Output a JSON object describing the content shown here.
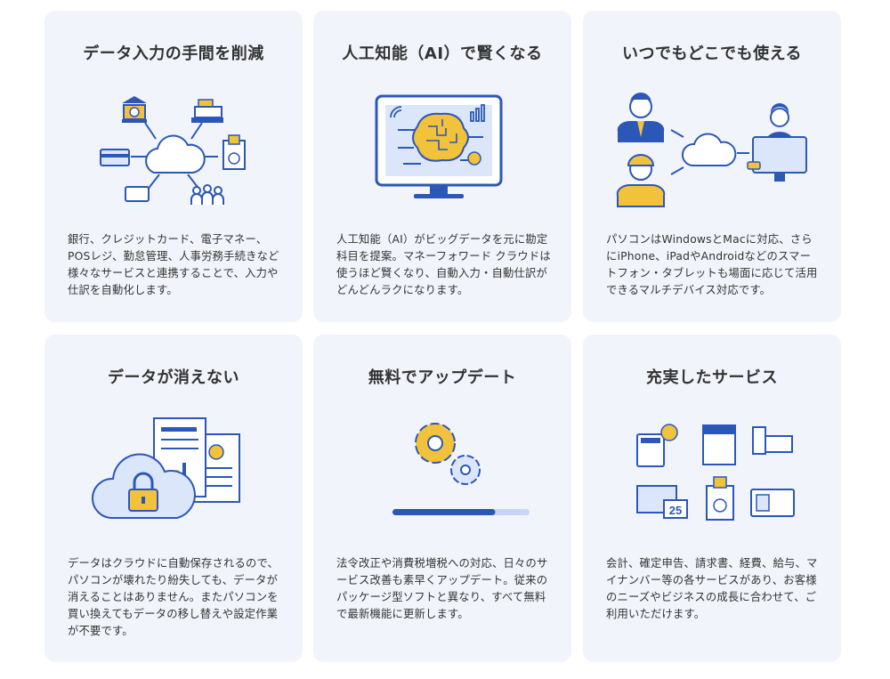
{
  "colors": {
    "card_bg": "#f2f4fb",
    "primary_blue": "#2b57b8",
    "light_blue": "#dbe6fb",
    "accent_yellow": "#f3c23b"
  },
  "features": [
    {
      "title": "データ入力の手間を削減",
      "illustration": "cloud-integration-icon",
      "description": "銀行、クレジットカード、電子マネー、POSレジ、勤怠管理、人事労務手続きなど様々なサービスと連携することで、入力や仕訳を自動化します。"
    },
    {
      "title": "人工知能（AI）で賢くなる",
      "illustration": "ai-brain-monitor-icon",
      "description": "人工知能（AI）がビッグデータを元に勘定科目を提案。マネーフォワード クラウドは使うほど賢くなり、自動入力・自動仕訳がどんどんラクになります。"
    },
    {
      "title": "いつでもどこでも使える",
      "illustration": "multi-device-icon",
      "description": "パソコンはWindowsとMacに対応、さらにiPhone、iPadやAndroidなどのスマートフォン・タブレットも場面に応じて活用できるマルチデバイス対応です。"
    },
    {
      "title": "データが消えない",
      "illustration": "cloud-lock-icon",
      "description": "データはクラウドに自動保存されるので、パソコンが壊れたり紛失しても、データが消えることはありません。またパソコンを買い換えてもデータの移し替えや設定作業が不要です。"
    },
    {
      "title": "無料でアップデート",
      "illustration": "gears-update-icon",
      "description": "法令改正や消費税増税への対応、日々のサービス改善も素早くアップデート。従来のパッケージ型ソフトと異なり、すべて無料で最新機能に更新します。",
      "progress": 0.75
    },
    {
      "title": "充実したサービス",
      "illustration": "services-grid-icon",
      "description": "会計、確定申告、請求書、経費、給与、マイナンバー等の各サービスがあり、お客様のニーズやビジネスの成長に合わせて、ご利用いただけます。",
      "calendar_day": "25"
    }
  ]
}
